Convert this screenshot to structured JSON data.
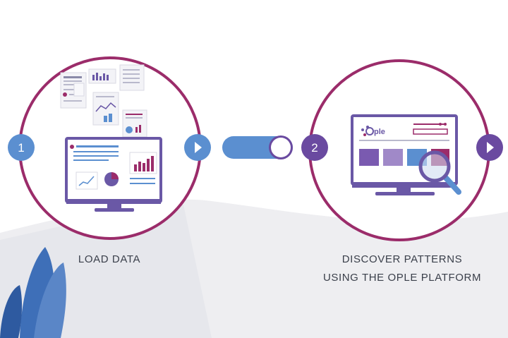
{
  "steps": [
    {
      "number": "1",
      "caption": "LOAD DATA"
    },
    {
      "number": "2",
      "caption_line1": "DISCOVER PATTERNS",
      "caption_line2": "USING THE OPLE PLATFORM"
    }
  ],
  "brand": {
    "logo_text": "ple"
  },
  "colors": {
    "accent_plum": "#9b2c6a",
    "step1_blue": "#5b8fd0",
    "step2_purple": "#6a4aa0",
    "monitor_frame": "#6a58a6",
    "leaf_blue": "#3e6fb8",
    "ground_gray": "#eeeef1"
  },
  "icons": [
    "play-arrow-icon",
    "magnifier-icon",
    "toggle-switch-icon"
  ]
}
